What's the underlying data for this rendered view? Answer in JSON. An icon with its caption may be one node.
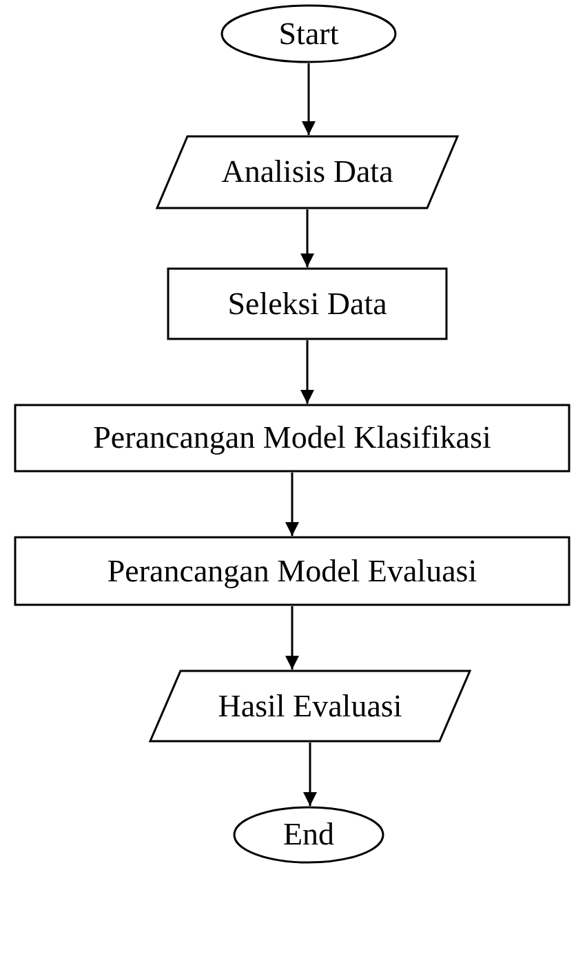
{
  "diagram": {
    "nodes": [
      {
        "text": [
          "Start"
        ]
      },
      {
        "text": [
          "Analisis Data"
        ]
      },
      {
        "text": [
          "Seleksi Data"
        ]
      },
      {
        "text": [
          "Perancangan Model Klasifikasi"
        ]
      },
      {
        "text": [
          "Perancangan Model Evaluasi"
        ]
      },
      {
        "text": [
          "Hasil Evaluasi"
        ]
      },
      {
        "text": [
          "End"
        ]
      }
    ],
    "edges": [
      {
        "from": 0,
        "to": 1,
        "arrow": "to"
      },
      {
        "from": 1,
        "to": 2,
        "arrow": "to"
      },
      {
        "from": 2,
        "to": 3,
        "arrow": "to"
      },
      {
        "from": 3,
        "to": 4,
        "arrow": "to"
      },
      {
        "from": 4,
        "to": 5,
        "arrow": "to"
      },
      {
        "from": 5,
        "to": 6,
        "arrow": "to"
      }
    ]
  }
}
